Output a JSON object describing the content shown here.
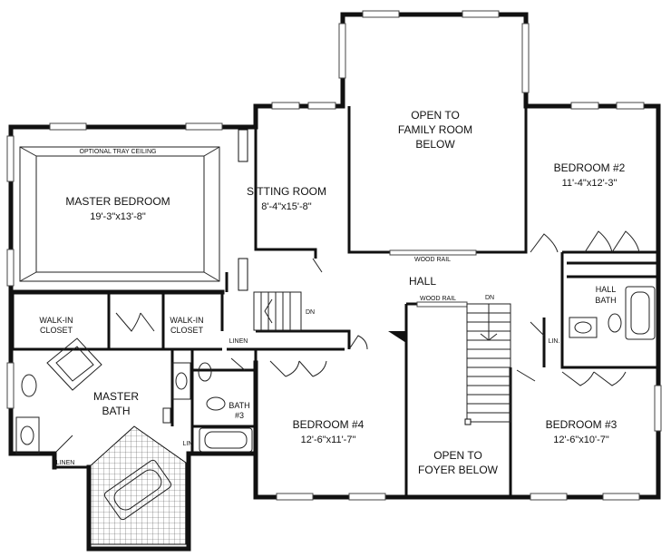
{
  "rooms": {
    "master_bedroom": {
      "name": "MASTER BEDROOM",
      "dims": "19'-3\"x13'-8\""
    },
    "tray_ceiling": "OPTIONAL TRAY CEILING",
    "sitting_room": {
      "name": "SITTING ROOM",
      "dims": "8'-4\"x15'-8\""
    },
    "family_open": {
      "line1": "OPEN TO",
      "line2": "FAMILY ROOM",
      "line3": "BELOW"
    },
    "bedroom2": {
      "name": "BEDROOM #2",
      "dims": "11'-4\"x12'-3\""
    },
    "hall": "HALL",
    "wood_rail_top": "WOOD RAIL",
    "wood_rail_stair": "WOOD RAIL",
    "dn_left": "DN",
    "dn_stair": "DN",
    "hall_bath": {
      "line1": "HALL",
      "line2": "BATH"
    },
    "lin_hall": "LIN.",
    "walk_in_left": {
      "line1": "WALK-IN",
      "line2": "CLOSET"
    },
    "walk_in_right": {
      "line1": "WALK-IN",
      "line2": "CLOSET"
    },
    "linen_top": "LINEN",
    "master_bath": {
      "line1": "MASTER",
      "line2": "BATH"
    },
    "bath3": {
      "line1": "BATH",
      "line2": "#3"
    },
    "lin_bath": "LIN",
    "linen_bottom": "LINEN",
    "bedroom4": {
      "name": "BEDROOM #4",
      "dims": "12'-6\"x11'-7\""
    },
    "foyer_open": {
      "line1": "OPEN TO",
      "line2": "FOYER BELOW"
    },
    "bedroom3": {
      "name": "BEDROOM #3",
      "dims": "12'-6\"x10'-7\""
    }
  }
}
